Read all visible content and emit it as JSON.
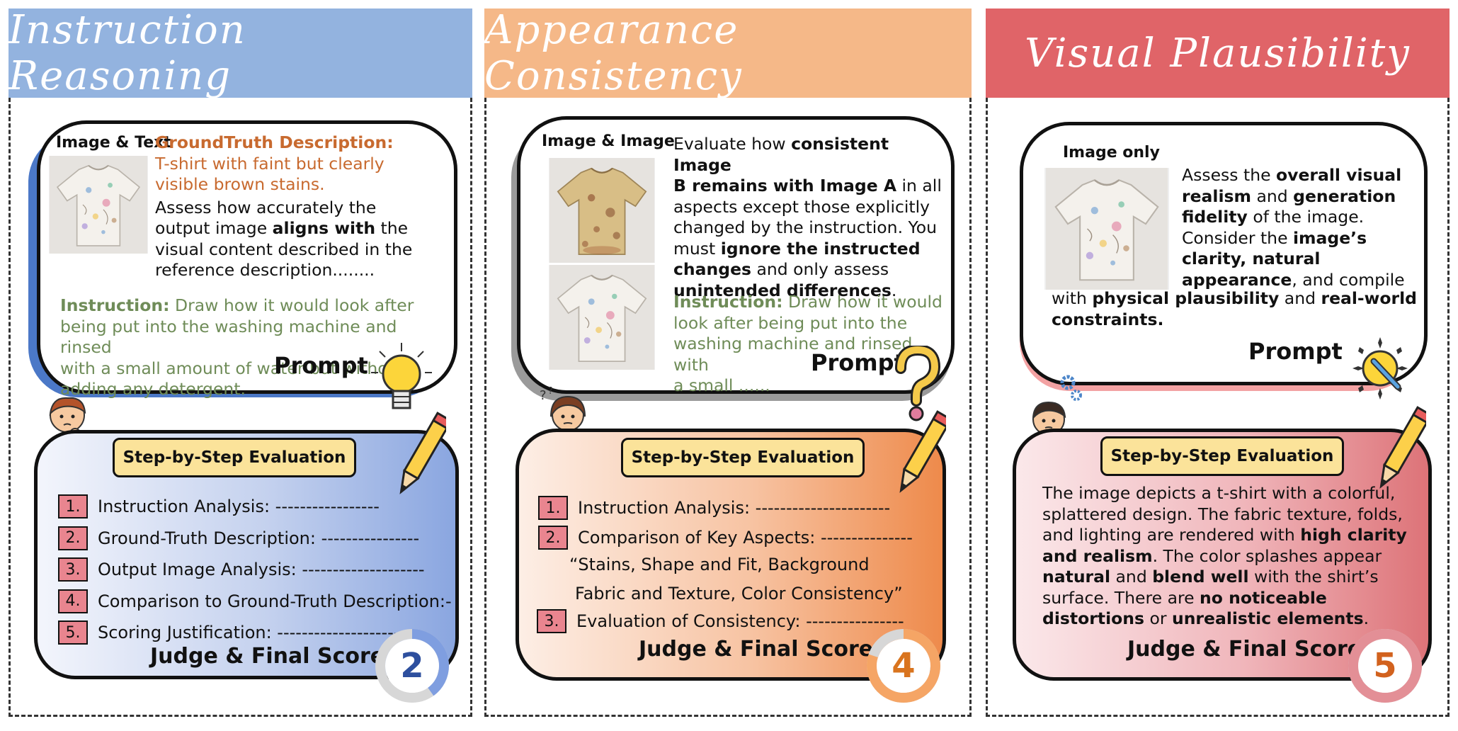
{
  "colors": {
    "blue_header": "#93b3df",
    "orange_header": "#f5b888",
    "red_header": "#e06468",
    "step_tag": "#fbe39a",
    "number_box": "#e9858f",
    "gt_text": "#c86a2f",
    "instruction_text": "#6f8c58"
  },
  "panels": [
    {
      "title": "Instruction Reasoning",
      "prompt_label": "Image & Text",
      "gt_heading": "GroundTruth Description:",
      "gt_text_1": "T-shirt with faint but clearly",
      "gt_text_2": "visible brown stains.",
      "assess_1": "Assess how accurately the",
      "assess_2a": "output image ",
      "assess_2b": "aligns with",
      "assess_2c": " the",
      "assess_3": "visual content described in the",
      "assess_4": "reference description........",
      "instruction_heading": "Instruction:",
      "instruction_1": " Draw how it would look after",
      "instruction_2": "being put  into the washing machine and rinsed",
      "instruction_3": "with a small amount of water but without",
      "instruction_4": "adding any detergent.",
      "prompt_word": "Prompt",
      "step_title": "Step-by-Step Evaluation",
      "steps": [
        {
          "n": "1.",
          "text": "Instruction Analysis: -----------------"
        },
        {
          "n": "2.",
          "text": "Ground-Truth Description: ----------------"
        },
        {
          "n": "3.",
          "text": "Output Image Analysis: --------------------"
        },
        {
          "n": "4.",
          "text": "Comparison to Ground-Truth  Description:-"
        },
        {
          "n": "5.",
          "text": "Scoring Justification: ----------------------"
        }
      ],
      "judge": "Judge & Final Score",
      "score": "2",
      "score_fraction": 0.4,
      "icons": [
        "lightbulb-icon",
        "pencil-icon",
        "thinking-boy-icon"
      ]
    },
    {
      "title": "Appearance Consistency",
      "prompt_label": "Image & Image",
      "eval_1a": "Evaluate how ",
      "eval_1b": "consistent Image",
      "eval_2a": "B remains with Image A",
      "eval_2b": " in all",
      "eval_3": "aspects except those explicitly",
      "eval_4": "changed by the instruction. You",
      "eval_5a": "must ",
      "eval_5b": "ignore the instructed",
      "eval_6a": "changes",
      "eval_6b": " and only assess",
      "eval_7a": "unintended differences",
      "eval_7b": ".",
      "instruction_heading": "Instruction:",
      "instruction_1": " Draw how it would",
      "instruction_2": "look after being put  into the",
      "instruction_3": "washing machine and rinsed with",
      "instruction_4": "a small ......",
      "prompt_word": "Prompt",
      "step_title": "Step-by-Step Evaluation",
      "steps": [
        {
          "n": "1.",
          "text": "Instruction Analysis: ----------------------"
        },
        {
          "n": "2.",
          "text": "Comparison of Key Aspects: ---------------"
        }
      ],
      "aspects_1": "“Stains,  Shape and Fit,  Background",
      "aspects_2": "Fabric and Texture,  Color Consistency”",
      "step3": {
        "n": "3.",
        "text": "Evaluation of Consistency: ----------------"
      },
      "judge": "Judge & Final Score",
      "score": "4",
      "score_fraction": 0.8,
      "icons": [
        "question-mark-icon",
        "pencil-icon",
        "thinking-girl-icon"
      ]
    },
    {
      "title": "Visual Plausibility",
      "prompt_label": "Image only",
      "assess_1a": "Assess the ",
      "assess_1b": "overall visual",
      "assess_2a": "realism",
      "assess_2b": " and ",
      "assess_2c": "generation",
      "assess_3a": "fidelity",
      "assess_3b": " of the image.",
      "assess_4a": "Consider the ",
      "assess_4b": "image’s",
      "assess_5a": "clarity, natural",
      "assess_6a": "appearance",
      "assess_6b": ",  and compile",
      "assess_7a": "with ",
      "assess_7b": "physical plausibility",
      "assess_7c": " and ",
      "assess_7d": "real-world",
      "assess_8a": "constraints.",
      "prompt_word": "Prompt",
      "step_title": "Step-by-Step Evaluation",
      "desc_1": "The image depicts a t-shirt with a colorful,",
      "desc_2": "splattered design. The fabric texture, folds,",
      "desc_3a": "and lighting are rendered with ",
      "desc_3b": "high clarity",
      "desc_4a": "and realism",
      "desc_4b": ". The color splashes appear",
      "desc_5a": "natural",
      "desc_5b": " and ",
      "desc_5c": "blend well",
      "desc_5d": " with the shirt’s",
      "desc_6a": "surface. There are ",
      "desc_6b": "no noticeable",
      "desc_7a": "distortions",
      "desc_7b": " or ",
      "desc_7c": "unrealistic elements",
      "desc_7d": ".",
      "judge": "Judge & Final Score",
      "score": "5",
      "score_fraction": 1.0,
      "icons": [
        "magic-wand-icon",
        "pencil-icon",
        "thinking-boy-icon",
        "gear-icon"
      ]
    }
  ]
}
